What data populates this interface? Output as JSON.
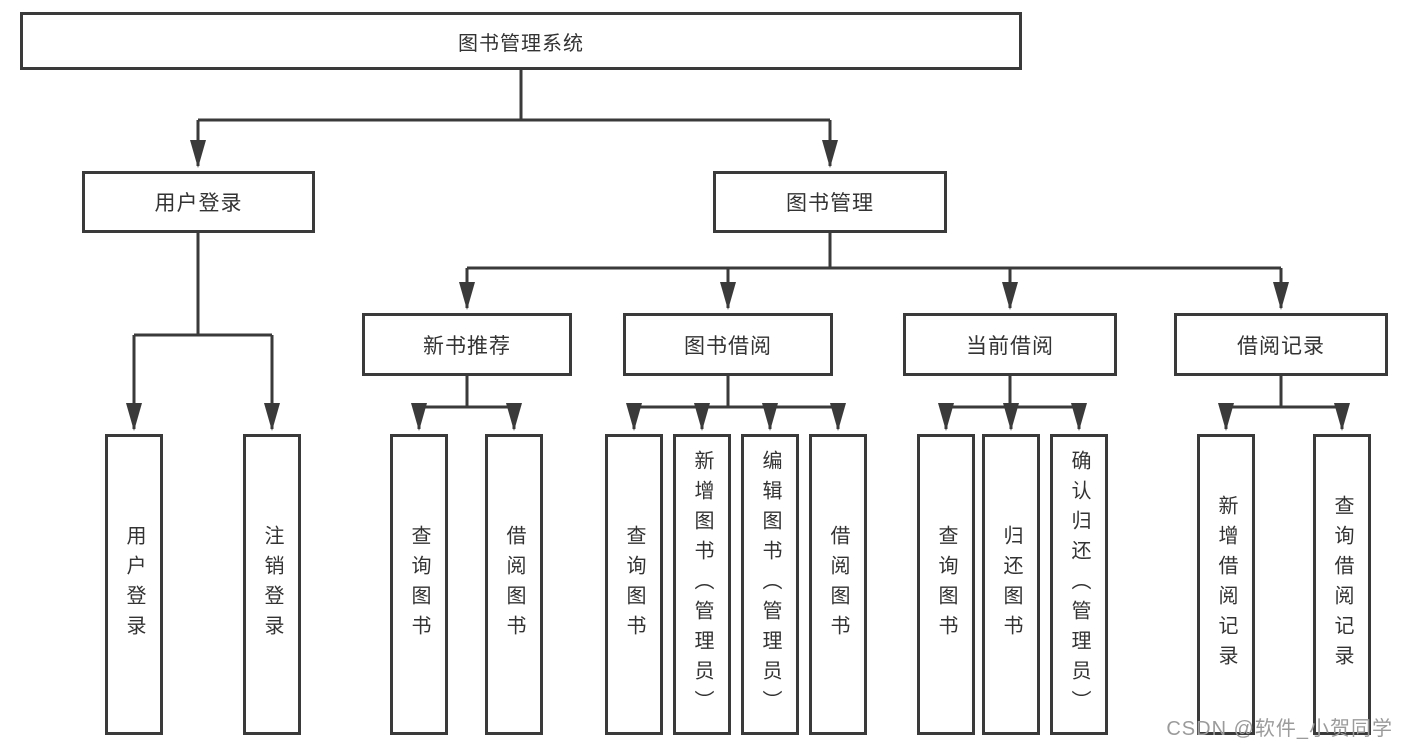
{
  "diagram": {
    "root": {
      "label": "图书管理系统"
    },
    "user_login": {
      "label": "用户登录",
      "leaves": [
        {
          "label": "用户登录"
        },
        {
          "label": "注销登录"
        }
      ]
    },
    "book_management": {
      "label": "图书管理",
      "groups": [
        {
          "label": "新书推荐",
          "leaves": [
            {
              "label": "查询图书"
            },
            {
              "label": "借阅图书"
            }
          ]
        },
        {
          "label": "图书借阅",
          "leaves": [
            {
              "label": "查询图书"
            },
            {
              "label": "新增图书（管理员）"
            },
            {
              "label": "编辑图书（管理员）"
            },
            {
              "label": "借阅图书"
            }
          ]
        },
        {
          "label": "当前借阅",
          "leaves": [
            {
              "label": "查询图书"
            },
            {
              "label": "归还图书"
            },
            {
              "label": "确认归还（管理员）"
            }
          ]
        },
        {
          "label": "借阅记录",
          "leaves": [
            {
              "label": "新增借阅记录"
            },
            {
              "label": "查询借阅记录"
            }
          ]
        }
      ]
    }
  },
  "watermark": {
    "text": "CSDN @软件_小贺同学",
    "color": "#9b9b9b"
  },
  "style": {
    "line_color": "#3a3a3a",
    "text_color": "#333333",
    "background": "#ffffff"
  }
}
